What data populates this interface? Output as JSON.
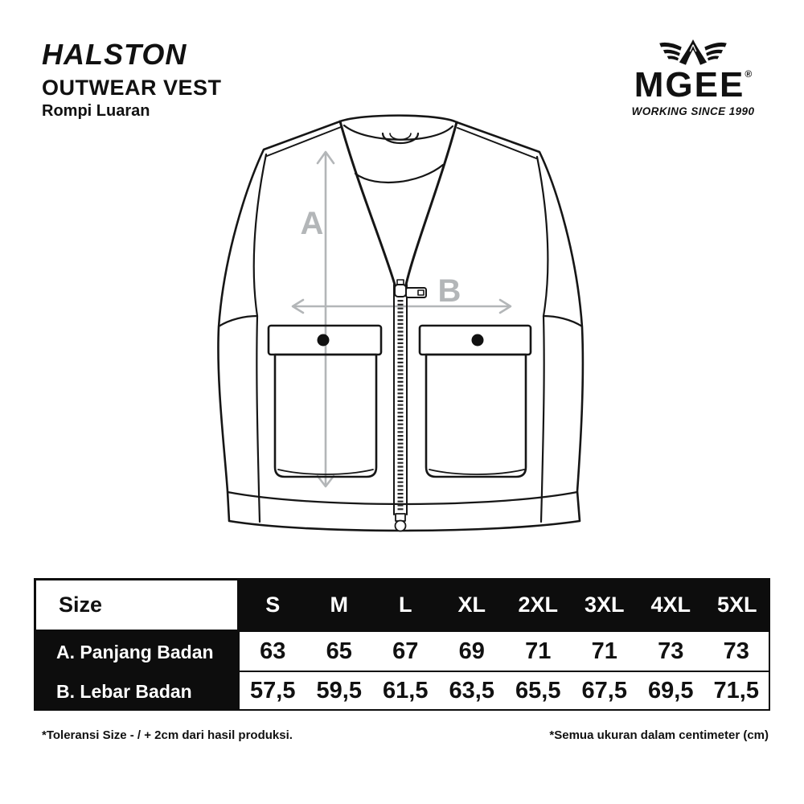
{
  "masthead": {
    "title": "HALSTON",
    "subtitle": "OUTWEAR VEST",
    "translation": "Rompi Luaran"
  },
  "brand": {
    "name": "MGEE",
    "registered": "®",
    "tagline": "WORKING SINCE 1990",
    "wings_icon": "winged-emblem"
  },
  "diagram": {
    "label_a": "A",
    "label_b": "B",
    "measure_a_meaning": "A. Panjang Badan",
    "measure_b_meaning": "B. Lebar Badan"
  },
  "size_chart": {
    "header_label": "Size",
    "sizes": [
      "S",
      "M",
      "L",
      "XL",
      "2XL",
      "3XL",
      "4XL",
      "5XL"
    ],
    "rows": [
      {
        "label": "A. Panjang Badan",
        "values": [
          "63",
          "65",
          "67",
          "69",
          "71",
          "71",
          "73",
          "73"
        ]
      },
      {
        "label": "B. Lebar Badan",
        "values": [
          "57,5",
          "59,5",
          "61,5",
          "63,5",
          "65,5",
          "67,5",
          "69,5",
          "71,5"
        ]
      }
    ]
  },
  "footnotes": {
    "left": "*Toleransi Size - / + 2cm dari hasil produksi.",
    "right": "*Semua ukuran dalam centimeter (cm)"
  },
  "colors": {
    "background": "#ffffff",
    "ink": "#111111",
    "table_black": "#0d0d0d",
    "arrow_gray": "#b3b6b8"
  }
}
